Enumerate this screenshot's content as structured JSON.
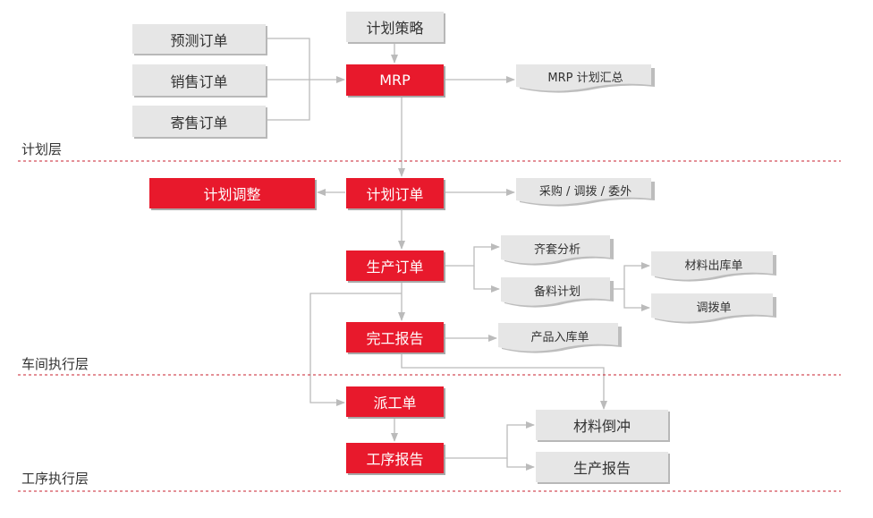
{
  "colors": {
    "red": "#e8192c",
    "gray_box": "#e6e6e6",
    "arrow": "#bbbbbb",
    "divider": "#c8202f"
  },
  "layers": {
    "plan": "计划层",
    "workshop": "车间执行层",
    "process": "工序执行层"
  },
  "nodes": {
    "forecast_order": "预测订单",
    "sales_order": "销售订单",
    "consign_order": "寄售订单",
    "plan_strategy": "计划策略",
    "mrp": "MRP",
    "mrp_summary": "MRP 计划汇总",
    "plan_adjust": "计划调整",
    "plan_order": "计划订单",
    "purchase_transfer": "采购 / 调拨 / 委外",
    "production_order": "生产订单",
    "kit_analysis": "齐套分析",
    "material_plan": "备料计划",
    "material_issue": "材料出库单",
    "transfer_order": "调拨单",
    "completion_report": "完工报告",
    "product_receipt": "产品入库单",
    "dispatch_order": "派工单",
    "process_report": "工序报告",
    "material_backflush": "材料倒冲",
    "production_report": "生产报告"
  }
}
